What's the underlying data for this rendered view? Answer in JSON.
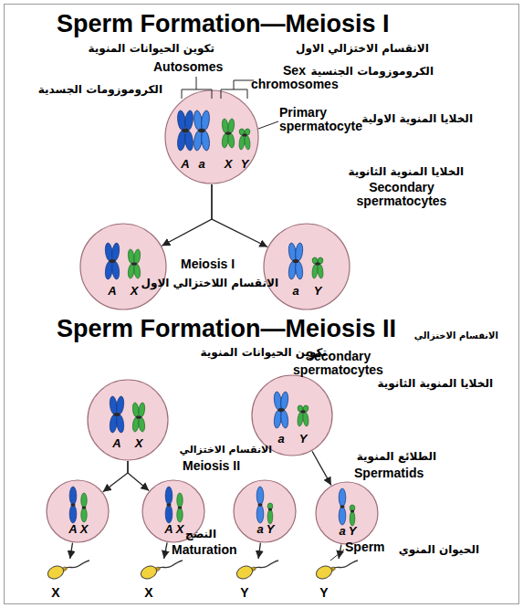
{
  "diagram": {
    "title": "Sperm Formation—Meiosis I",
    "nodes": [
      {
        "text": [
          "A",
          "a",
          "X",
          "Y"
        ]
      },
      {
        "text": [
          "A",
          "X"
        ]
      },
      {
        "text": [
          "a",
          "Y"
        ]
      },
      {
        "text": [
          "A",
          "X"
        ]
      },
      {
        "text": [
          "a",
          "Y"
        ]
      },
      {
        "text": [
          "A",
          "X"
        ]
      },
      {
        "text": [
          "A",
          "X"
        ]
      },
      {
        "text": [
          "a",
          "Y"
        ]
      },
      {
        "text": [
          "a",
          "Y"
        ]
      },
      {
        "text": [
          "X"
        ]
      },
      {
        "text": [
          "X"
        ]
      },
      {
        "text": [
          "Y"
        ]
      },
      {
        "text": [
          "Y"
        ]
      }
    ],
    "edges": [
      {
        "from": 0,
        "to": 1,
        "arrow": "to"
      },
      {
        "from": 0,
        "to": 2,
        "arrow": "to"
      },
      {
        "from": 3,
        "to": 5,
        "arrow": "to"
      },
      {
        "from": 3,
        "to": 6,
        "arrow": "to"
      },
      {
        "from": 4,
        "to": 8,
        "arrow": "to"
      },
      {
        "from": 5,
        "to": 9,
        "arrow": "to"
      },
      {
        "from": 6,
        "to": 10,
        "arrow": "to"
      },
      {
        "from": 7,
        "to": 11,
        "arrow": "to"
      },
      {
        "from": 8,
        "to": 12,
        "arrow": "to"
      }
    ],
    "labels": [
      "تكوين الحيوانات المنوية",
      "الانقسام الاختزالي الاول",
      "Autosomes",
      "Sex chromosomes",
      "الكروموزومات الجنسية",
      "الكروموزومات الجسدية",
      "Primary spermatocyte",
      "الخلايا المنوية الاولية",
      "الخلايا المنوية الثانوية",
      "Secondary spermatocytes",
      "Meiosis I",
      "الانقسام اللاختزالي الاول",
      "Sperm Formation—Meiosis II",
      "الانقسام الاختزالي",
      "تكوين الحيوانات المنوية",
      "Secondary spermatocytes",
      "الخلايا المنوية الثانوية",
      "الانقسام الاختزالي",
      "Meiosis II",
      "الطلائع المنوية",
      "Spermatids",
      "النضج",
      "Maturation",
      "Sperm",
      "الحيوان المنوي"
    ]
  }
}
